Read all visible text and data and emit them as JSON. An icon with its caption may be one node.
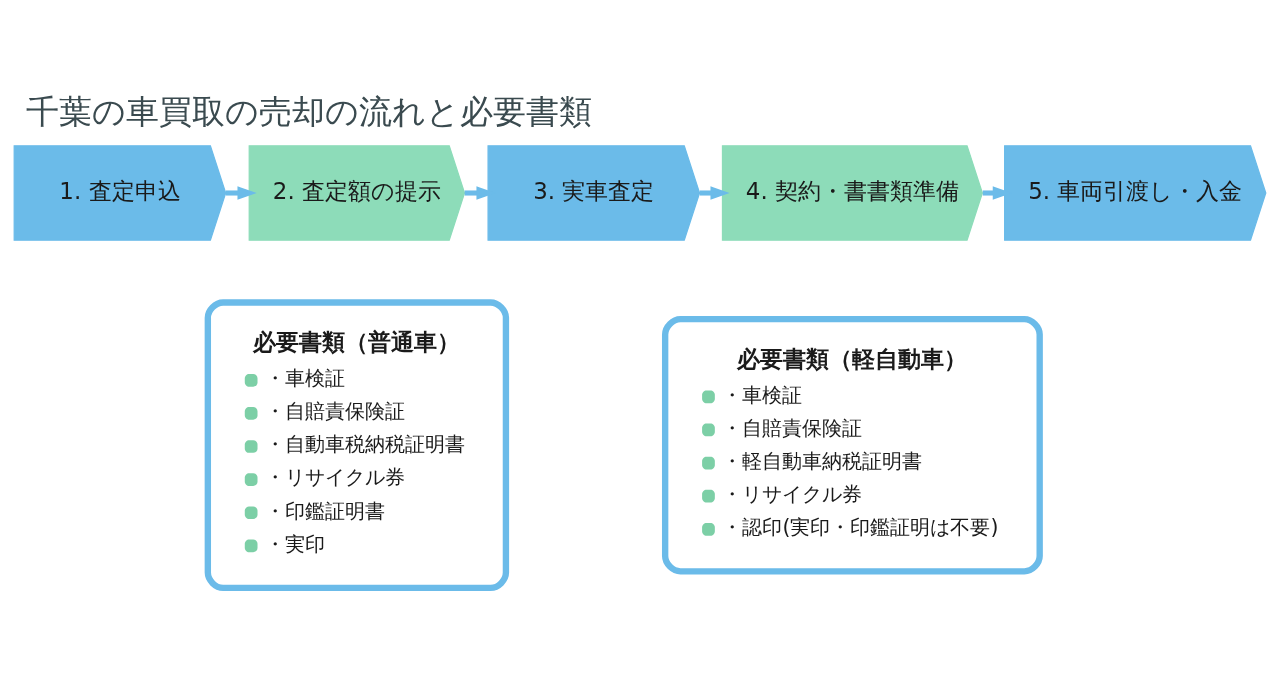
{
  "diagram": {
    "title": "千葉の車買取の売却の流れと必要書類",
    "nodes": [
      {
        "text": [
          "1. 査定申込"
        ]
      },
      {
        "text": [
          "2. 査定額の提示"
        ]
      },
      {
        "text": [
          "3. 実車査定"
        ]
      },
      {
        "text": [
          "4. 契約・書書類準備"
        ]
      },
      {
        "text": [
          "5. 車両引渡し・入金"
        ]
      },
      {
        "text": [
          "必要書類（普通車）",
          "・車検証",
          "・自賠責保険証",
          "・自動車税納税証明書",
          "・リサイクル券",
          "・印鑑証明書",
          "・実印"
        ]
      },
      {
        "text": [
          "必要書類（軽自動車）",
          "・車検証",
          "・自賠責保険証",
          "・軽自動車納税証明書",
          "・リサイクル券",
          "・認印(実印・印鑑証明は不要)"
        ]
      }
    ],
    "edges": [
      {
        "from": 0,
        "to": 1,
        "arrow": "to"
      },
      {
        "from": 1,
        "to": 2,
        "arrow": "to"
      },
      {
        "from": 2,
        "to": 3,
        "arrow": "to"
      },
      {
        "from": 3,
        "to": 4,
        "arrow": "to"
      }
    ]
  }
}
